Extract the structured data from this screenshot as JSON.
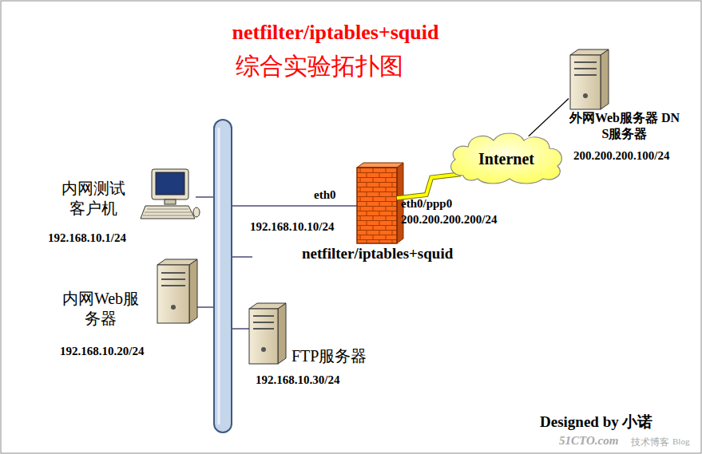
{
  "diagram": {
    "title": "netfilter/iptables+squid",
    "nodes": [
      {
        "text": [
          "内网测试 客户机",
          "192.168.10.1/24"
        ]
      },
      {
        "text": [
          "内网Web服务器",
          "192.168.10.20/24"
        ]
      },
      {
        "text": [
          "FTP服务器",
          "192.168.10.30/24"
        ]
      },
      {
        "text": [
          "netfilter/iptables+squid"
        ]
      },
      {
        "text": [
          "Internet"
        ]
      },
      {
        "text": [
          "外网Web服务器 DNS服务器",
          "200.200.200.100/24"
        ]
      }
    ],
    "edges": [
      {
        "from": 3,
        "to": 4,
        "arrow": "none"
      },
      {
        "from": 4,
        "to": 5,
        "arrow": "none"
      }
    ],
    "labels": [
      "综合实验拓扑图",
      "eth0",
      "192.168.10.10/24",
      "eth0/ppp0",
      "200.200.200.200/24",
      "Designed by 小诺",
      "51CTO.com",
      "技术博客",
      "Blog"
    ]
  }
}
